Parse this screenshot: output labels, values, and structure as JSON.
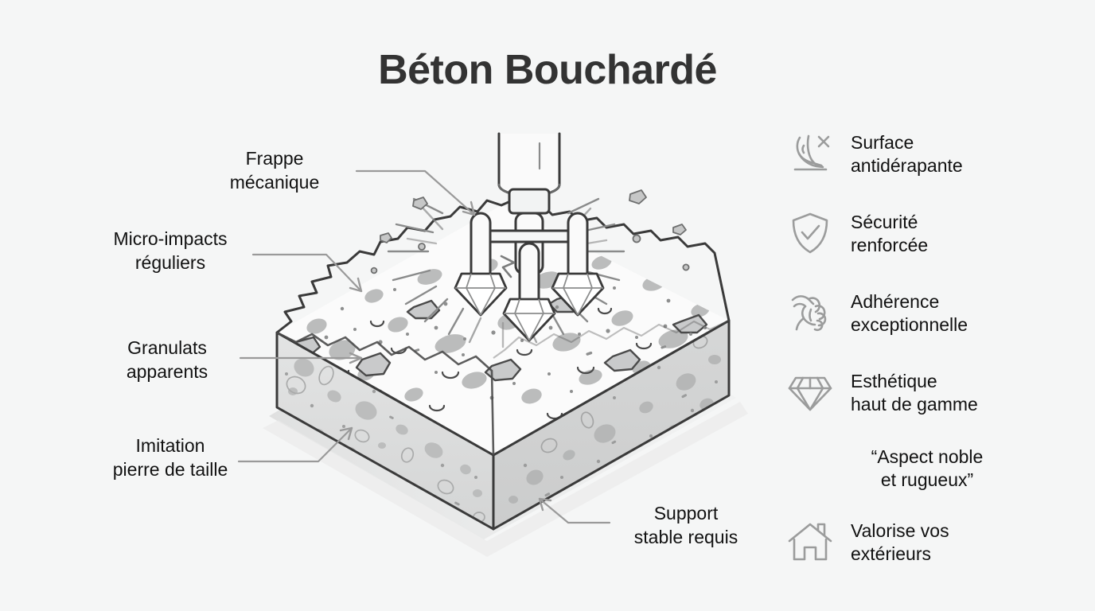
{
  "title": "Béton Bouchardé",
  "colors": {
    "background": "#f5f6f6",
    "title_text": "#333333",
    "body_text": "#111111",
    "line_stroke": "#9a9a9a",
    "outline_dark": "#3a3a3a",
    "slab_top": "#fbfbfb",
    "slab_left": "#dcdddd",
    "slab_right": "#d2d3d3",
    "aggregate": "#b6b7b7",
    "icon_stroke": "#9b9c9c"
  },
  "callouts": [
    {
      "id": "frappe",
      "label": "Frappe\nmécanique"
    },
    {
      "id": "micro",
      "label": "Micro-impacts\nréguliers"
    },
    {
      "id": "gran",
      "label": "Granulats\napparents"
    },
    {
      "id": "imit",
      "label": "Imitation\npierre de taille"
    },
    {
      "id": "support",
      "label": "Support\nstable requis"
    }
  ],
  "features": [
    {
      "icon": "foot-no-slip-icon",
      "label": "Surface\nantidérapante"
    },
    {
      "icon": "shield-check-icon",
      "label": "Sécurité\nrenforcée"
    },
    {
      "icon": "gripping-hand-icon",
      "label": "Adhérence\nexceptionnelle"
    },
    {
      "icon": "diamond-icon",
      "label": "Esthétique\nhaut de gamme"
    },
    {
      "icon": "none",
      "label": "“Aspect noble\net rugueux”"
    },
    {
      "icon": "house-icon",
      "label": "Valorise vos\nextérieurs"
    }
  ],
  "illustration": {
    "subject": "bush-hammer-tool-striking-isometric-concrete-slab",
    "tool": "bush-hammer-with-three-diamond-tips",
    "slab": "isometric-concrete-block-rough-top-exposed-aggregate"
  }
}
